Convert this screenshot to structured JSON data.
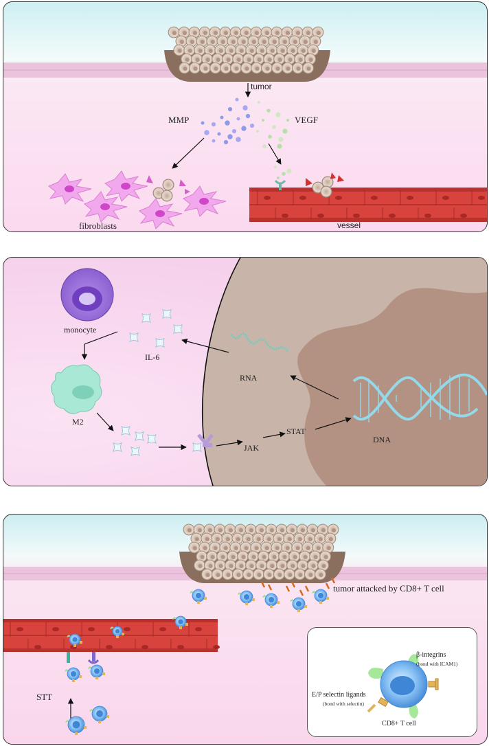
{
  "panel1": {
    "tumor": "tumor",
    "mmp": "MMP",
    "vegf": "VEGF",
    "fibroblasts": "fibroblasts",
    "vessel": "vessel"
  },
  "panel2": {
    "monocyte": "monocyte",
    "il6": "IL-6",
    "m2": "M2",
    "rna": "RNA",
    "jak": "JAK",
    "stat": "STAT",
    "dna": "DNA"
  },
  "panel3": {
    "tumor_attacked": "tumor attacked by CD8+ T cell",
    "stt": "STT",
    "beta_integrins": "β-integrins",
    "beta_integrins_note": "(bond with ICAM1)",
    "ep_selectin": "E/P selectin ligands",
    "ep_selectin_note": "(bond with selectin)",
    "cd8_cell": "CD8+ T cell"
  },
  "colors": {
    "vessel_red": "#d9433e",
    "fibroblast_pink": "#e98fe3",
    "cd8_blue": "#4f9be6",
    "dna_cyan": "#93d9ea",
    "nucleus_brown": "#c6a999"
  }
}
